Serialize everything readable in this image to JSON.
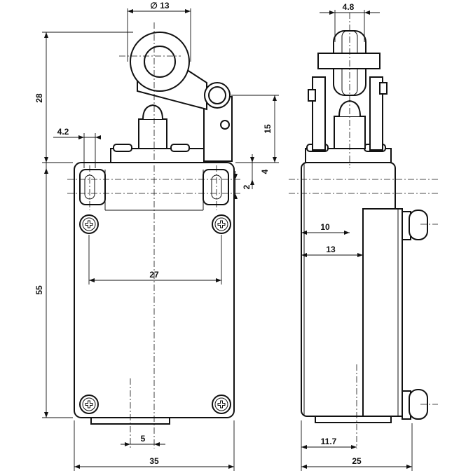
{
  "drawing": {
    "dimensions": {
      "roller_diameter": "∅ 13",
      "roller_width": "4.8",
      "actuator_height": "28",
      "lever_pivot_height": "15",
      "hole_spacing": "4.2",
      "slot_height": "4",
      "slot_offset": "2",
      "body_height": "55",
      "screw_spacing": "27",
      "conduit_offset": "5",
      "body_width": "35",
      "side_depth_10": "10",
      "side_depth_13": "13",
      "side_bottom_offset": "11.7",
      "body_depth": "25"
    }
  }
}
